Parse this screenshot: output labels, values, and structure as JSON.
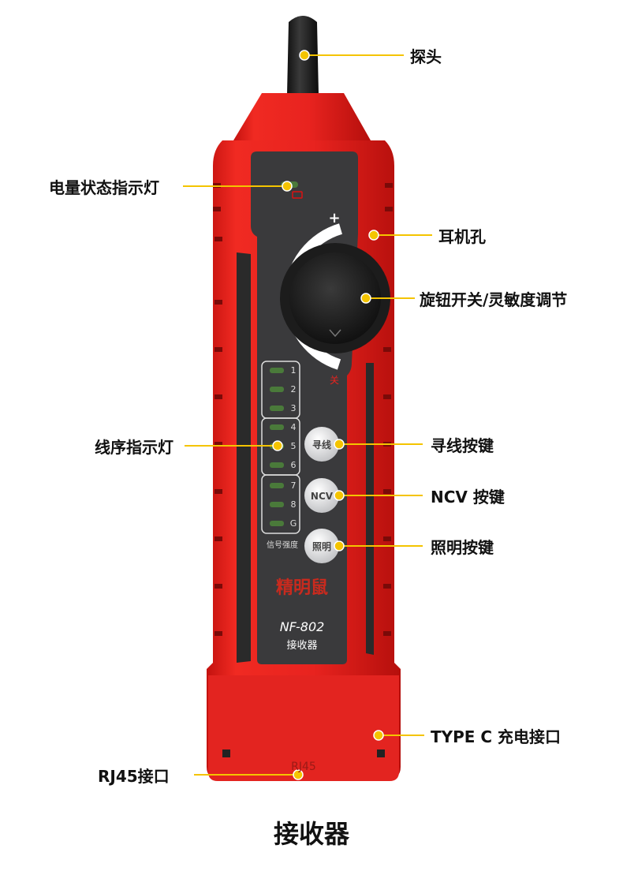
{
  "device": {
    "brand": "精明鼠",
    "model": "NF-802",
    "subtitle": "接收器",
    "dial_plus": "+",
    "dial_off": "关",
    "signal_strength": "信号强度",
    "led_labels": [
      "1",
      "2",
      "3",
      "4",
      "5",
      "6",
      "7",
      "8",
      "G"
    ],
    "buttons": {
      "trace": "寻线",
      "ncv": "NCV",
      "light": "照明"
    },
    "port_label": "RJ45"
  },
  "callouts": {
    "probe": "探头",
    "battery": "电量状态指示灯",
    "earphone": "耳机孔",
    "knob": "旋钮开关/灵敏度调节",
    "wire_order": "线序指示灯",
    "trace_button": "寻线按键",
    "ncv_button": "NCV 按键",
    "light_button": "照明按键",
    "typec": "TYPE C 充电接口",
    "rj45": "RJ45接口"
  },
  "caption": "接收器",
  "colors": {
    "body_red": "#e8231f",
    "panel_dark": "#3a3a3c",
    "callout_yellow": "#f4c400",
    "led_green": "#4a7a3a"
  }
}
